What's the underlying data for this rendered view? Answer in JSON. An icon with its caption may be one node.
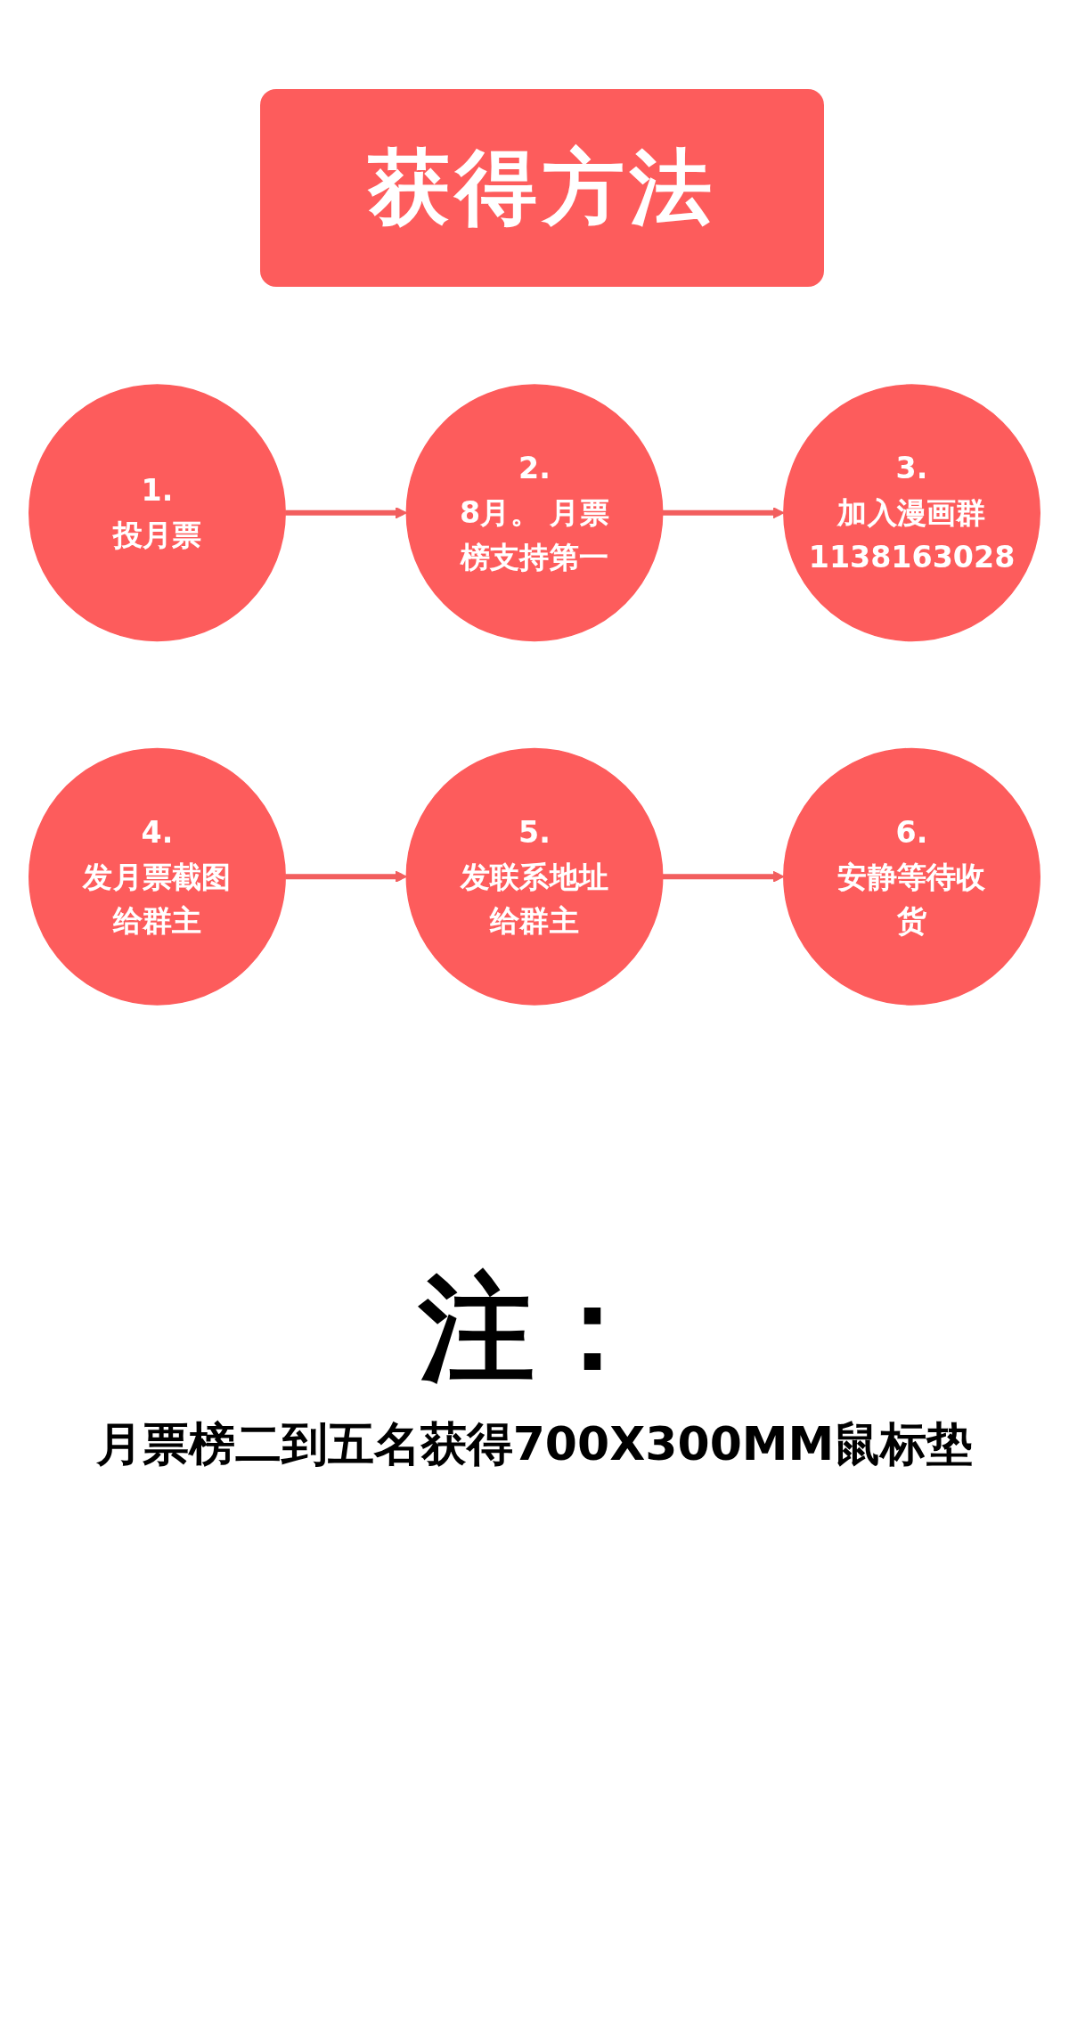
{
  "diagram": {
    "title": "获得方法",
    "nodes": [
      {
        "text": [
          "1.",
          "投月票"
        ]
      },
      {
        "text": [
          "2.",
          "8月。 月票榜支持第一"
        ]
      },
      {
        "text": [
          "3.",
          "加入漫画群",
          "1138163028"
        ]
      },
      {
        "text": [
          "4.",
          "发月票截图给群主"
        ]
      },
      {
        "text": [
          "5.",
          "发联系地址给群主"
        ]
      },
      {
        "text": [
          "6.",
          "安静等待收货"
        ]
      }
    ],
    "edges": [
      {
        "from": 0,
        "to": 1,
        "arrow": "to"
      },
      {
        "from": 1,
        "to": 2,
        "arrow": "to"
      },
      {
        "from": 3,
        "to": 4,
        "arrow": "to"
      },
      {
        "from": 4,
        "to": 5,
        "arrow": "to"
      }
    ],
    "labels": [
      "注：",
      "月票榜二到五名获得700X300MM鼠标垫"
    ]
  }
}
